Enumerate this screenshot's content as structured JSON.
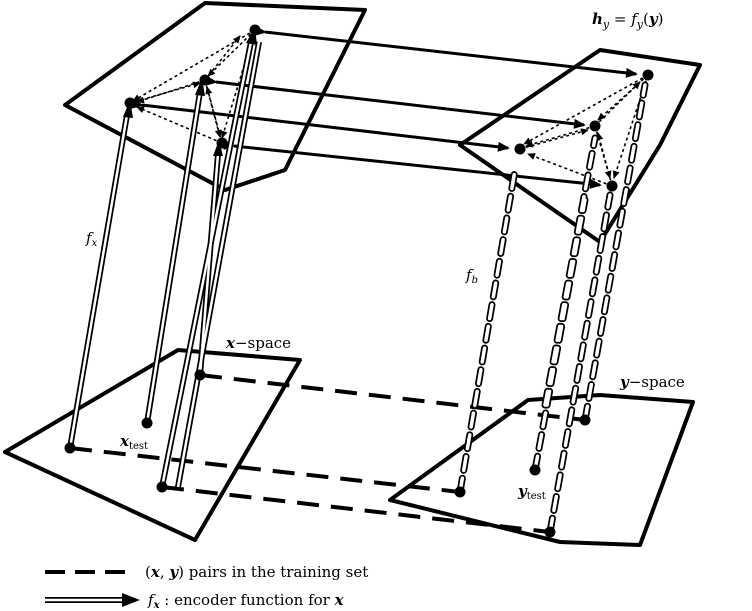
{
  "labels": {
    "h_bold": "h",
    "h_sub": "y",
    "h_eq": " = f",
    "h_fsub": "y",
    "h_arg_open": "(",
    "h_arg": "y",
    "h_arg_close": ")",
    "fx": "f",
    "fx_sub": "x",
    "fb": "f",
    "fb_sub": "b",
    "x_space_var": "x",
    "x_space_rest": "−space",
    "y_space_var": "y",
    "y_space_rest": "−space",
    "x_test_var": "x",
    "x_test_sub": "test",
    "y_test_var": "y",
    "y_test_sub": "test"
  },
  "legend": {
    "pairs_open": "(",
    "pairs_x": "x",
    "pairs_comma": ", ",
    "pairs_y": "y",
    "pairs_close": ")",
    "pairs_text": " pairs in the training set",
    "encoder_f": "f",
    "encoder_sub": "x",
    "encoder_colon": " :  encoder function for ",
    "encoder_x": "x"
  }
}
